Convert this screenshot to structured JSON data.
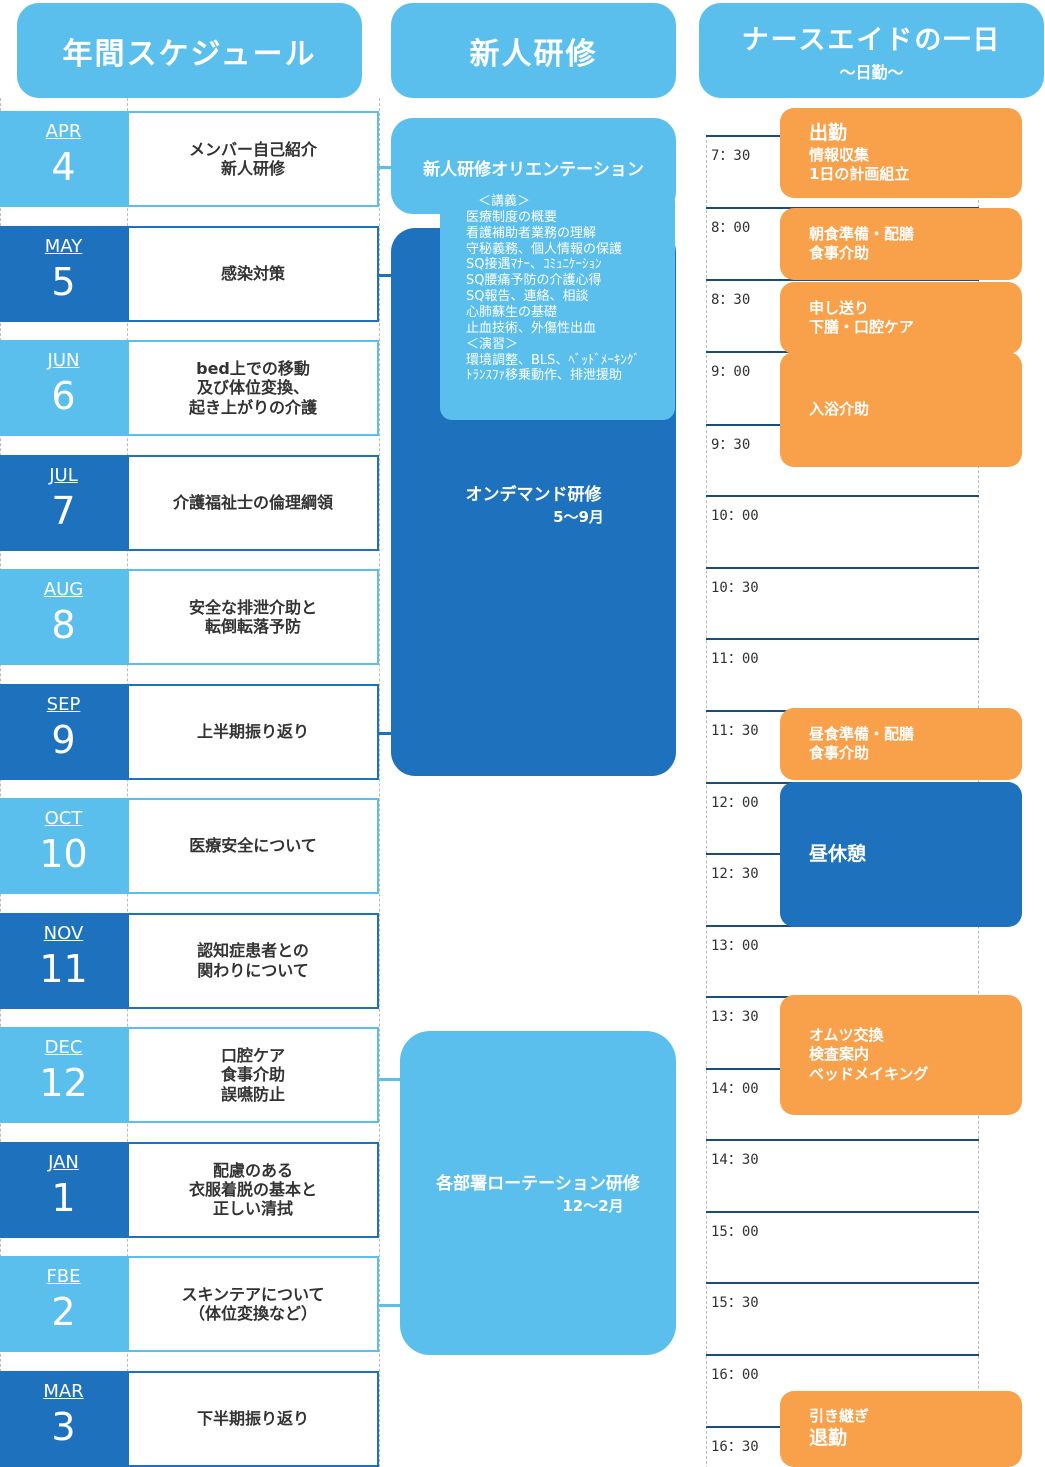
{
  "headers": {
    "schedule": "年間スケジュール",
    "training": "新人研修",
    "day_title": "ナースエイドの一日",
    "day_sub": "～日勤～"
  },
  "months": [
    {
      "abbr": "APR",
      "num": "4",
      "desc": "メンバー自己紹介\n新人研修"
    },
    {
      "abbr": "MAY",
      "num": "5",
      "desc": "感染対策"
    },
    {
      "abbr": "JUN",
      "num": "6",
      "desc": "bed上での移動\n及び体位変換、\n起き上がりの介護"
    },
    {
      "abbr": "JUL",
      "num": "7",
      "desc": "介護福祉士の倫理綱領"
    },
    {
      "abbr": "AUG",
      "num": "8",
      "desc": "安全な排泄介助と\n転倒転落予防"
    },
    {
      "abbr": "SEP",
      "num": "9",
      "desc": "上半期振り返り"
    },
    {
      "abbr": "OCT",
      "num": "10",
      "desc": "医療安全について"
    },
    {
      "abbr": "NOV",
      "num": "11",
      "desc": "認知症患者との\n関わりについて"
    },
    {
      "abbr": "DEC",
      "num": "12",
      "desc": "口腔ケア\n食事介助\n誤嚥防止"
    },
    {
      "abbr": "JAN",
      "num": "1",
      "desc": "配慮のある\n衣服着脱の基本と\n正しい清拭"
    },
    {
      "abbr": "FBE",
      "num": "2",
      "desc": "スキンテアについて\n（体位変換など）"
    },
    {
      "abbr": "MAR",
      "num": "3",
      "desc": "下半期振り返り"
    }
  ],
  "training": {
    "orientation": "新人研修オリエンテーション",
    "lectures": [
      "＜講義＞",
      "医療制度の概要",
      "看護補助者業務の理解",
      "守秘義務、個人情報の保護",
      "SQ接遇ﾏﾅｰ、ｺﾐｭﾆｹｰｼｮﾝ",
      "SQ腰痛予防の介護心得",
      "SQ報告、連絡、相談",
      "心肺蘇生の基礎",
      "止血技術、外傷性出血",
      "＜演習＞",
      "環境調整、BLS、ﾍﾞｯﾄﾞﾒｰｷﾝｸﾞ",
      "ﾄﾗﾝｽﾌｧ移乗動作、排泄援助"
    ],
    "ondemand": "オンデマンド研修",
    "ondemand_period": "5～9月",
    "rotation": "各部署ローテーション研修",
    "rotation_period": "12～2月"
  },
  "times": [
    "7：30",
    "8：00",
    "8：30",
    "9：00",
    "9：30",
    "10：00",
    "10：30",
    "11：00",
    "11：30",
    "12：00",
    "12：30",
    "13：00",
    "13：30",
    "14：00",
    "14：30",
    "15：00",
    "15：30",
    "16：00",
    "16：30"
  ],
  "events": [
    {
      "lines": [
        "出勤",
        "情報収集",
        "1日の計画組立"
      ]
    },
    {
      "lines": [
        "朝食準備・配膳",
        "食事介助"
      ]
    },
    {
      "lines": [
        "申し送り",
        "下膳・口腔ケア"
      ]
    },
    {
      "lines": [
        "入浴介助"
      ]
    },
    {
      "lines": [
        "昼食準備・配膳",
        "食事介助"
      ]
    },
    {
      "lines": [
        "昼休憩"
      ]
    },
    {
      "lines": [
        "オムツ交換",
        "検査案内",
        "ベッドメイキング"
      ]
    },
    {
      "lines": [
        "引き継ぎ",
        "退勤"
      ]
    }
  ],
  "colors": {
    "light": "#5bbfee",
    "dark": "#1e72bd",
    "orange": "#f8a04a"
  }
}
